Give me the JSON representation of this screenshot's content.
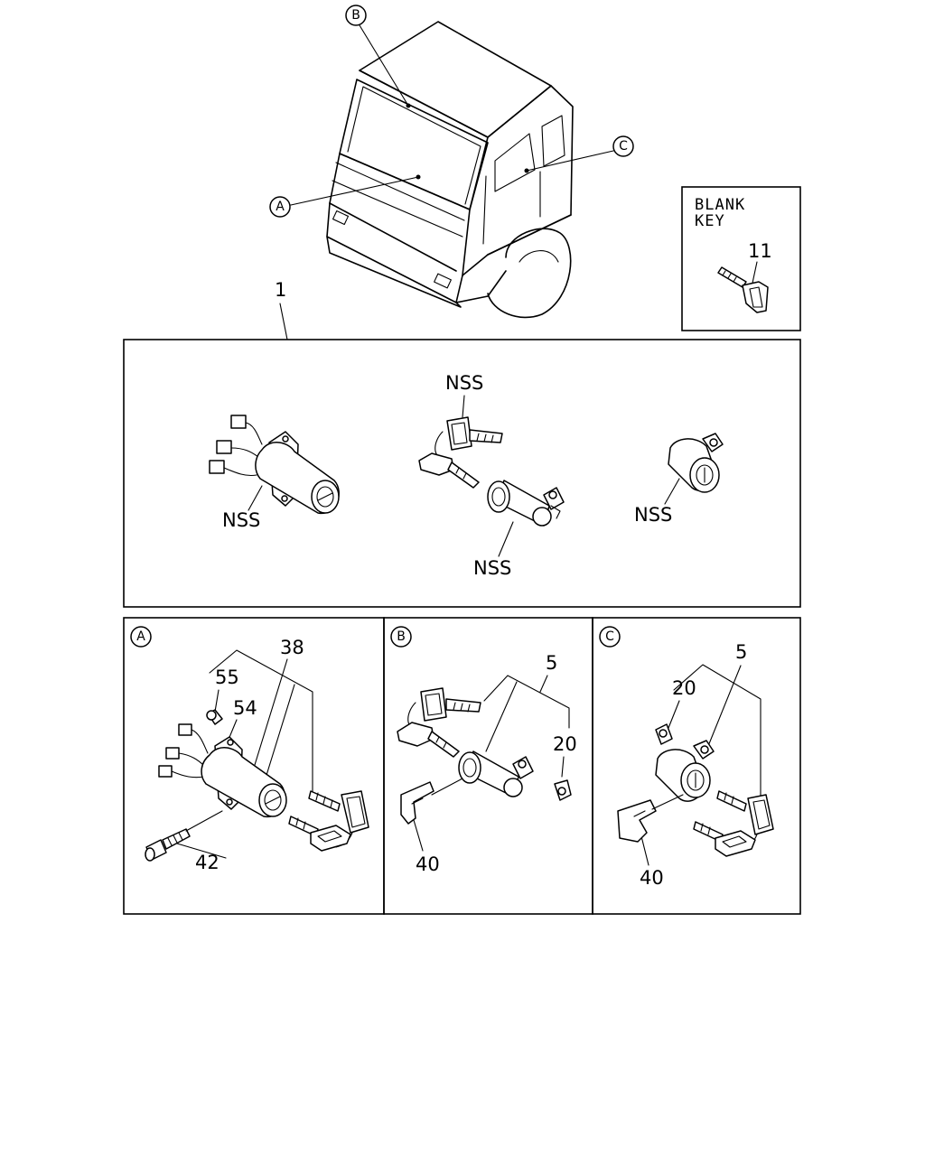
{
  "callouts": {
    "a": "A",
    "b": "B",
    "c": "C"
  },
  "blank_key": {
    "line1": "BLANK",
    "line2": "KEY",
    "part": "11"
  },
  "assembly": {
    "part": "1",
    "nss_ignition": "NSS",
    "nss_keys": "NSS",
    "nss_door": "NSS",
    "nss_side": "NSS"
  },
  "panel_a": {
    "tag": "A",
    "p38": "38",
    "p55": "55",
    "p54": "54",
    "p42": "42"
  },
  "panel_b": {
    "tag": "B",
    "p5": "5",
    "p20": "20",
    "p40": "40"
  },
  "panel_c": {
    "tag": "C",
    "p5": "5",
    "p20": "20",
    "p40": "40"
  }
}
